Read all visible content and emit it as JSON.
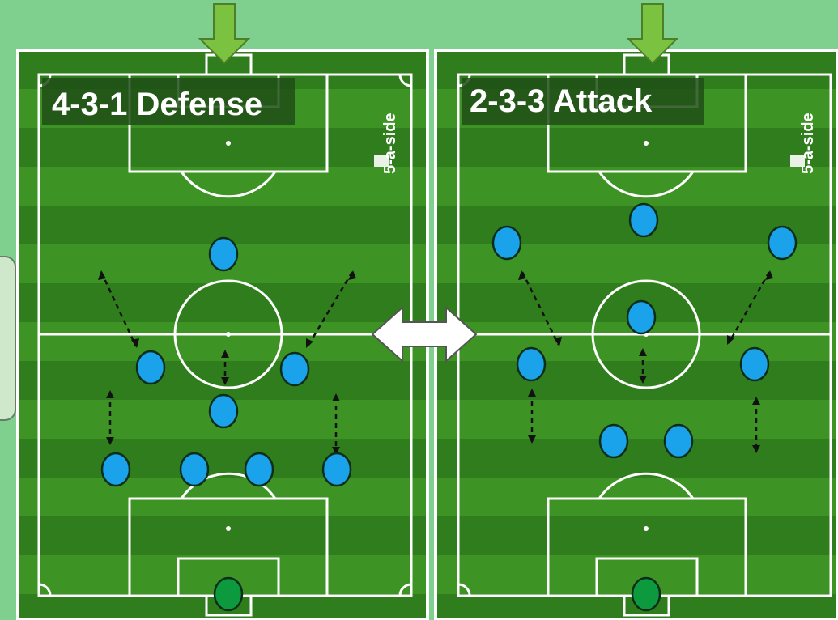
{
  "pitches": [
    {
      "title": "4-3-1 Defense",
      "brand": "5-a-side",
      "players": [
        {
          "role": "forward"
        },
        {
          "role": "left-mid"
        },
        {
          "role": "right-mid"
        },
        {
          "role": "center-mid"
        },
        {
          "role": "left-back"
        },
        {
          "role": "center-back-left"
        },
        {
          "role": "center-back-right"
        },
        {
          "role": "right-back"
        }
      ],
      "goalkeeper": {
        "role": "goalkeeper"
      }
    },
    {
      "title": "2-3-3 Attack",
      "brand": "5-a-side",
      "players": [
        {
          "role": "left-wing"
        },
        {
          "role": "striker"
        },
        {
          "role": "right-wing"
        },
        {
          "role": "attacking-mid"
        },
        {
          "role": "left-mid"
        },
        {
          "role": "right-mid"
        },
        {
          "role": "center-back-left"
        },
        {
          "role": "center-back-right"
        }
      ],
      "goalkeeper": {
        "role": "goalkeeper"
      }
    }
  ],
  "colors": {
    "background": "#7fcf8f",
    "pitch_dark": "#2f7d1c",
    "pitch_light": "#3d9425",
    "outfield_player": "#1aa3ea",
    "goalkeeper": "#0d9a3e",
    "pointer_arrow": "#7cc241",
    "lines": "#ffffff"
  },
  "icons": [
    "down-arrow-icon",
    "swap-arrow-icon",
    "brand-logo-icon"
  ]
}
